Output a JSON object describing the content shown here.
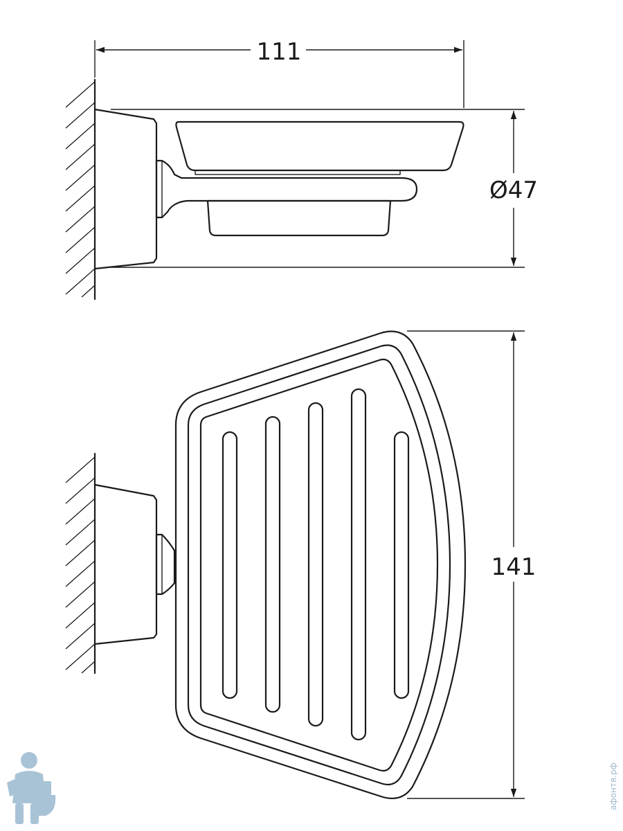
{
  "dimensions": {
    "width": "111",
    "diameter": "Ø47",
    "height": "141"
  },
  "watermark": {
    "text": "афонтя.рф",
    "color": "#9db8cc"
  },
  "colors": {
    "line": "#1a1a1a",
    "background": "#ffffff"
  }
}
